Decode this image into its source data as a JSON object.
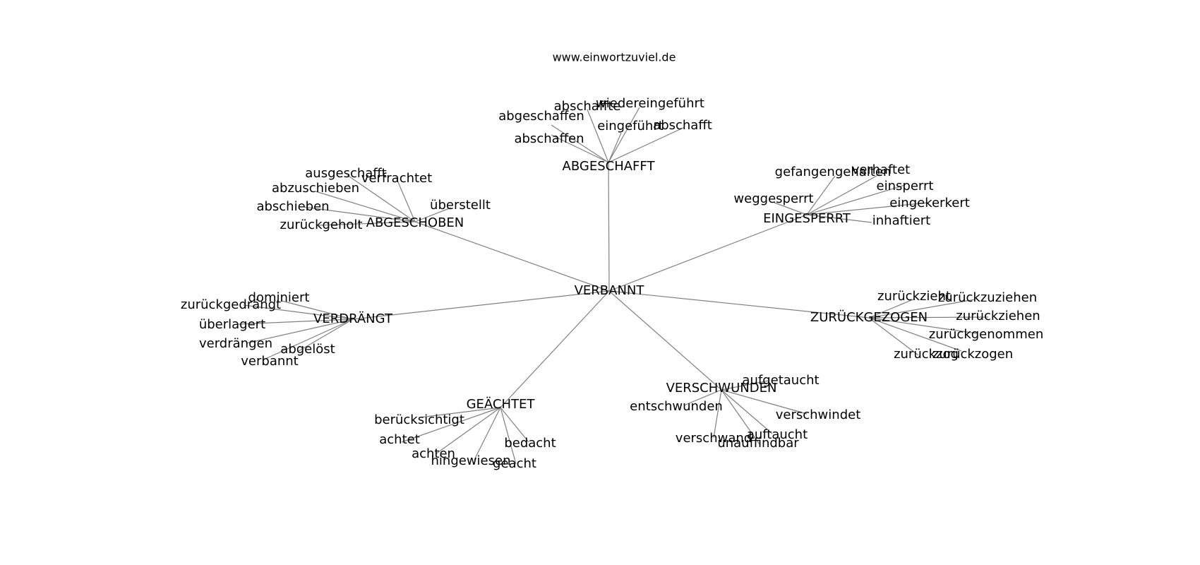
{
  "header": {
    "site": "www.einwortzuviel.de"
  },
  "graph": {
    "center": "VERBANNT",
    "clusters": [
      {
        "hub": "ABGESCHAFFT",
        "leaves": [
          "abschaffte",
          "wiedereingeführt",
          "abgeschaffen",
          "eingeführt",
          "abschafft",
          "abschaffen"
        ]
      },
      {
        "hub": "EINGESPERRT",
        "leaves": [
          "gefangengehalten",
          "verhaftet",
          "einsperrt",
          "weggesperrt",
          "eingekerkert",
          "inhaftiert"
        ]
      },
      {
        "hub": "ABGESCHOBEN",
        "leaves": [
          "ausgeschafft",
          "verfrachtet",
          "abzuschieben",
          "überstellt",
          "abschieben",
          "zurückgeholt"
        ]
      },
      {
        "hub": "VERDRÄNGT",
        "leaves": [
          "dominiert",
          "zurückgedrängt",
          "überlagert",
          "verdrängen",
          "abgelöst",
          "verbannt"
        ]
      },
      {
        "hub": "ZURÜCKGEZOGEN",
        "leaves": [
          "zurückzieht",
          "zurückzuziehen",
          "zurückziehen",
          "zurückgenommen",
          "zurückzog",
          "zurückzogen"
        ]
      },
      {
        "hub": "GEÄCHTET",
        "leaves": [
          "berücksichtigt",
          "achtet",
          "achten",
          "hingewiesen",
          "bedacht",
          "geacht"
        ]
      },
      {
        "hub": "VERSCHWUNDEN",
        "leaves": [
          "aufgetaucht",
          "entschwunden",
          "verschwindet",
          "auftaucht",
          "verschwand",
          "unauffindbar"
        ]
      }
    ]
  }
}
